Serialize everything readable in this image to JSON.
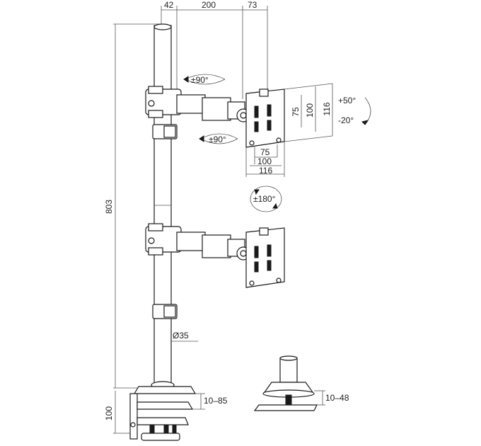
{
  "diagram": {
    "dimensions": {
      "d42": "42",
      "d200": "200",
      "d73": "73",
      "height": "803",
      "base_height": "100",
      "v75": "75",
      "v100": "100",
      "v116": "116",
      "h75": "75",
      "h100": "100",
      "h116": "116",
      "pole_diameter": "Ø35",
      "clamp_range": "10–85",
      "grommet_range": "10–48"
    },
    "angles": {
      "swivel_top": "±90°",
      "swivel_mid": "±90°",
      "tilt_up": "+50°",
      "tilt_down": "-20°",
      "rotate": "±180°"
    }
  }
}
